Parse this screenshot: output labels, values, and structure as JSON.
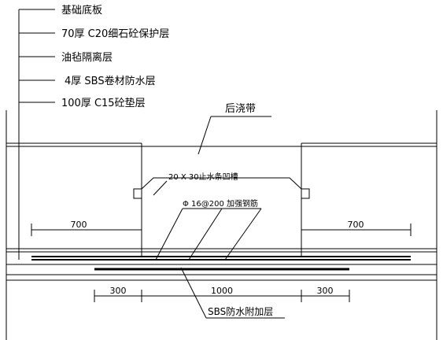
{
  "layer_labels": [
    "基础底板",
    "70厚 C20细石砼保护层",
    "油毡隔离层",
    "4厚 SBS卷材防水层",
    "100厚 C15砼垫层"
  ],
  "annotations": {
    "post_pour_strip": "后浇带",
    "waterstop_groove": "20 X 30止水条凹槽",
    "rebar": "Φ 16@200 加强钢筋",
    "sbs_additional": "SBS防水附加层"
  },
  "dimensions": {
    "left_lap": "700",
    "right_lap": "700",
    "left_extension": "300",
    "center_width": "1000",
    "right_extension": "300"
  }
}
